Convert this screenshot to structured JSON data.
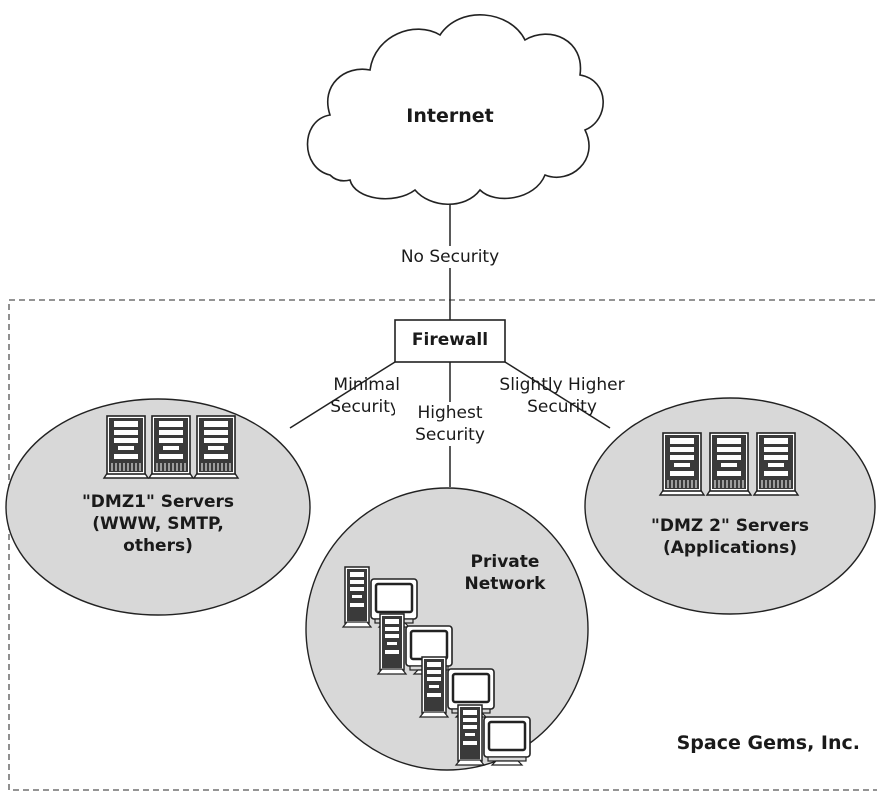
{
  "diagram": {
    "cloud": {
      "label": "Internet"
    },
    "links": {
      "internet_to_firewall": "No Security",
      "to_dmz1": "Minimal\nSecurity",
      "to_private": "Highest\nSecurity",
      "to_dmz2": "Slightly Higher\nSecurity"
    },
    "firewall": {
      "label": "Firewall"
    },
    "zones": {
      "dmz1": {
        "label": "\"DMZ1\" Servers\n(WWW, SMTP,\nothers)",
        "server_count": 3
      },
      "private": {
        "label": "Private\nNetwork",
        "workstation_count": 4
      },
      "dmz2": {
        "label": "\"DMZ 2\" Servers\n(Applications)",
        "server_count": 3
      }
    },
    "organization": {
      "label": "Space Gems, Inc."
    },
    "colors": {
      "zone_fill": "#d8d8d8",
      "line": "#222222",
      "screen_fill": "#ffffff",
      "boundary": "#555555"
    }
  }
}
